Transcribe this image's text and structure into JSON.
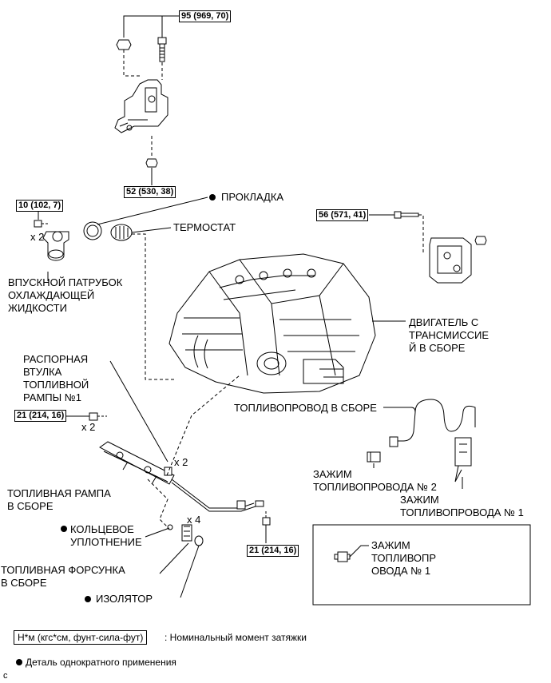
{
  "labels": {
    "gasket": "ПРОКЛАДКА",
    "thermostat": "ТЕРМОСТАТ",
    "inlet": "ВПУСКНОЙ ПАТРУБОК\nОХЛАЖДАЮЩЕЙ\nЖИДКОСТИ",
    "engine": "ДВИГАТЕЛЬ С\nТРАНСМИССИЕ\nЙ В СБОРЕ",
    "spacer": "РАСПОРНАЯ\nВТУЛКА\nТОПЛИВНОЙ\nРАМПЫ №1",
    "fuel_pipe": "ТОПЛИВОПРОВОД В СБОРЕ",
    "clamp2": "ЗАЖИМ\nТОПЛИВОПРОВОДА № 2",
    "clamp1": "ЗАЖИМ\nТОПЛИВОПРОВОДА № 1",
    "clamp1_box": "ЗАЖИМ\nТОПЛИВОПР\nОВОДА № 1",
    "rail": "ТОПЛИВНАЯ РАМПА\nВ СБОРЕ",
    "oring": "КОЛЬЦЕВОЕ\nУПЛОТНЕНИЕ",
    "injector": "ТОПЛИВНАЯ ФОРСУНКА\nВ СБОРЕ",
    "insulator": "ИЗОЛЯТОР"
  },
  "torques": {
    "t1": "95 (969, 70)",
    "t2": "52 (530, 38)",
    "t3": "10 (102, 7)",
    "t4": "56 (571, 41)",
    "t5": "21 (214, 16)",
    "t6": "21 (214, 16)"
  },
  "counts": {
    "c1": "x 2",
    "c2": "x 2",
    "c3": "x 2",
    "c4": "x 4"
  },
  "legend": {
    "box": "Н*м (кгс*см, фунт-сила-фут)",
    "box_desc": ": Номинальный момент затяжки",
    "bullet_desc": "Деталь однократного применения"
  },
  "corner": "c"
}
